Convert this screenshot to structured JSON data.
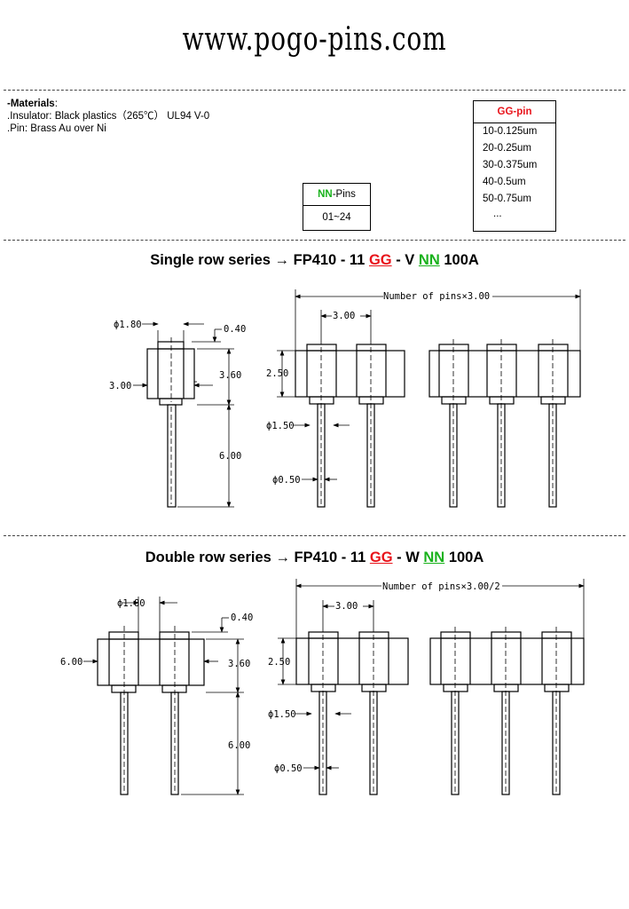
{
  "website": "www.pogo-pins.com",
  "materials": {
    "heading": "-Materials",
    "heading_suffix": ":",
    "insulator": ".Insulator: Black plastics（265℃） UL94 V-0",
    "pin": ".Pin: Brass Au over Ni"
  },
  "gg_table": {
    "title": "GG-pin",
    "rows": [
      "10-0.125um",
      "20-0.25um",
      "30-0.375um",
      "40-0.5um",
      "50-0.75um",
      "..."
    ]
  },
  "nn_table": {
    "title_code": "NN",
    "title_rest": "-Pins",
    "value": "01~24"
  },
  "single": {
    "label": "Single row series",
    "arrow": "→",
    "p1": "FP410 - 11",
    "gg": "GG",
    "p2": "- V",
    "nn": "NN",
    "p3": "100A",
    "dims": {
      "d180": "ϕ1.80",
      "d040": "0.40",
      "d360": "3.60",
      "d300w": "3.00",
      "d600": "6.00",
      "pitch": "3.00",
      "d250": "2.50",
      "d150": "ϕ1.50",
      "d050": "ϕ0.50",
      "total": "Number of pins×3.00"
    }
  },
  "double": {
    "label": "Double row series",
    "arrow": "→",
    "p1": "FP410 - 11",
    "gg": "GG",
    "p2": "- W",
    "nn": "NN",
    "p3": "100A",
    "dims": {
      "d180": "ϕ1.80",
      "d040": "0.40",
      "d360": "3.60",
      "d600w": "6.00",
      "d600": "6.00",
      "pitch": "3.00",
      "d250": "2.50",
      "d150": "ϕ1.50",
      "d050": "ϕ0.50",
      "total": "Number of pins×3.00/2"
    }
  },
  "colors": {
    "gg": "#e8141b",
    "nn": "#19b21c"
  }
}
